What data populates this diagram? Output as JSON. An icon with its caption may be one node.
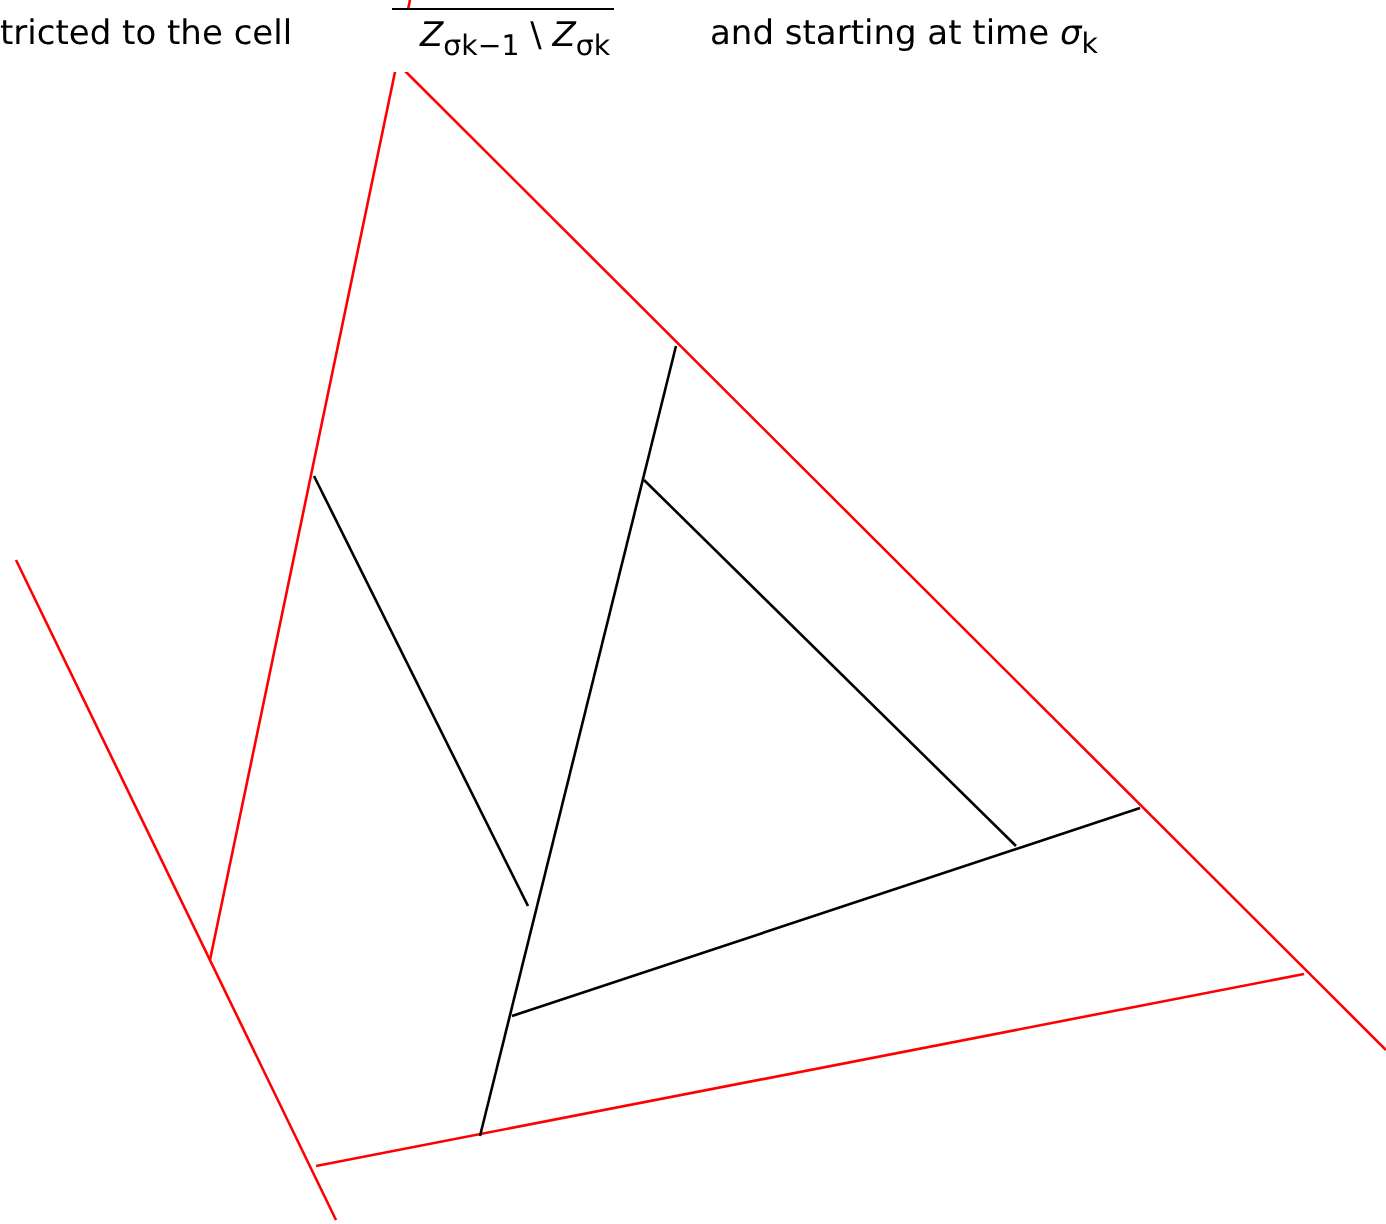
{
  "diagram": {
    "labels": [
      "tricted to the cell",
      "*Z*$_{σk−1}$ \\ *Z*$_{σk}$",
      "and starting at time *σ*$_{k}$"
    ]
  }
}
